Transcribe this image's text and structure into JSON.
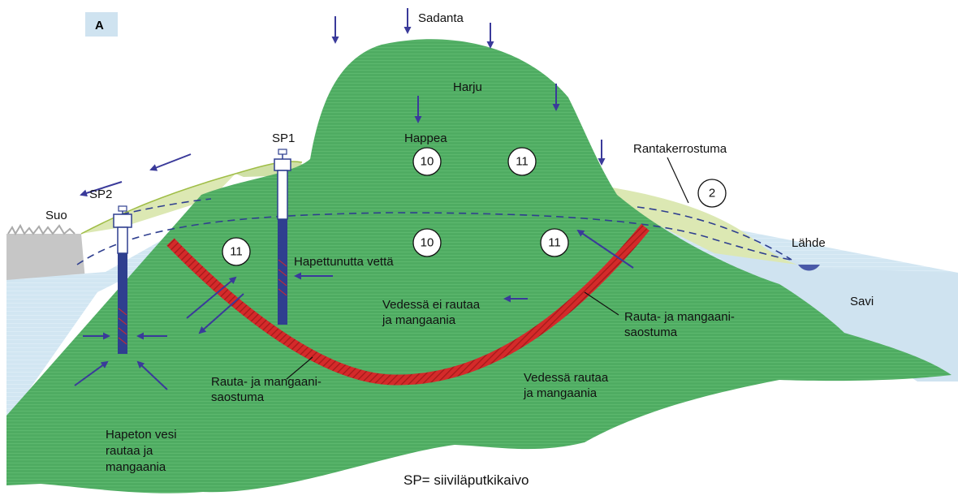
{
  "panel_badge": "A",
  "labels": {
    "sadanta": "Sadanta",
    "harju": "Harju",
    "happea": "Happea",
    "rantakerrostuma": "Rantakerrostuma",
    "suo": "Suo",
    "sp1": "SP1",
    "sp2": "SP2",
    "lahde": "Lähde",
    "savi": "Savi",
    "hapettunutta_vetta": "Hapettunutta vettä",
    "vedessa_ei_rautaa_1": "Vedessä ei rautaa",
    "vedessa_ei_rautaa_2": "ja mangaania",
    "rauta_right_1": "Rauta- ja mangaani-",
    "rauta_right_2": "saostuma",
    "rauta_left_1": "Rauta- ja mangaani-",
    "rauta_left_2": "saostuma",
    "vedessa_rautaa_1": "Vedessä rautaa",
    "vedessa_rautaa_2": "ja mangaania",
    "hapeton_1": "Hapeton vesi",
    "hapeton_2": "rautaa ja",
    "hapeton_3": "mangaania"
  },
  "markers": {
    "m_10_top": "10",
    "m_11_top": "11",
    "m_2": "2",
    "m_11_left": "11",
    "m_10_mid": "10",
    "m_11_right": "11"
  },
  "caption": "SP= siiviläputkikaivo",
  "colors": {
    "esker_green": "#4aa85e",
    "water_blue": "#cfe3f0",
    "sand_yellow": "#dde9b4",
    "peat_grey": "#c8c8c8",
    "precipitate_red": "#d42a2a",
    "arrow_navy": "#3a3a9a",
    "well_blue": "#2f3f8f"
  }
}
